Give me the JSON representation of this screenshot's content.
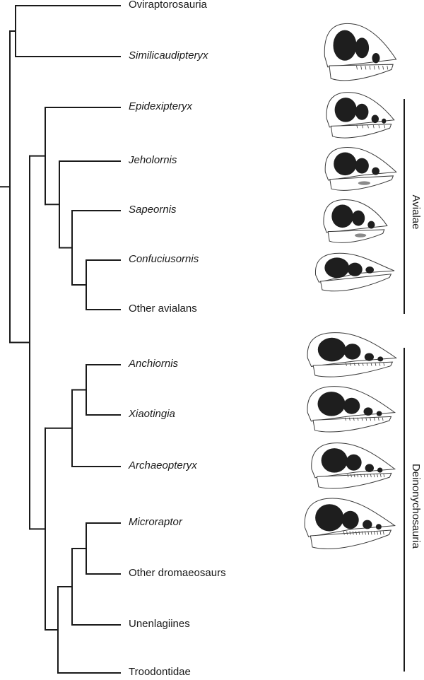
{
  "taxa": [
    {
      "label": "Oviraptorosauria",
      "italic": false
    },
    {
      "label": "Similicaudipteryx",
      "italic": true
    },
    {
      "label": "Epidexipteryx",
      "italic": true
    },
    {
      "label": "Jeholornis",
      "italic": true
    },
    {
      "label": "Sapeornis",
      "italic": true
    },
    {
      "label": "Confuciusornis",
      "italic": true
    },
    {
      "label": "Other avialans",
      "italic": false
    },
    {
      "label": "Anchiornis",
      "italic": true
    },
    {
      "label": "Xiaotingia",
      "italic": true
    },
    {
      "label": "Archaeopteryx",
      "italic": true
    },
    {
      "label": "Microraptor",
      "italic": true
    },
    {
      "label": "Other dromaeosaurs",
      "italic": false
    },
    {
      "label": "Unenlagiines",
      "italic": false
    },
    {
      "label": "Troodontidae",
      "italic": false
    }
  ],
  "clades": {
    "avialae": "Avialae",
    "deinonychosauria": "Deinonychosauria"
  },
  "skull_icons": [
    "oviraptorosaur-skull-icon",
    "epidexipteryx-skull-icon",
    "jeholornis-skull-icon",
    "sapeornis-skull-icon",
    "confuciusornis-skull-icon",
    "anchiornis-skull-icon",
    "xiaotingia-skull-icon",
    "archaeopteryx-skull-icon",
    "microraptor-skull-icon"
  ]
}
